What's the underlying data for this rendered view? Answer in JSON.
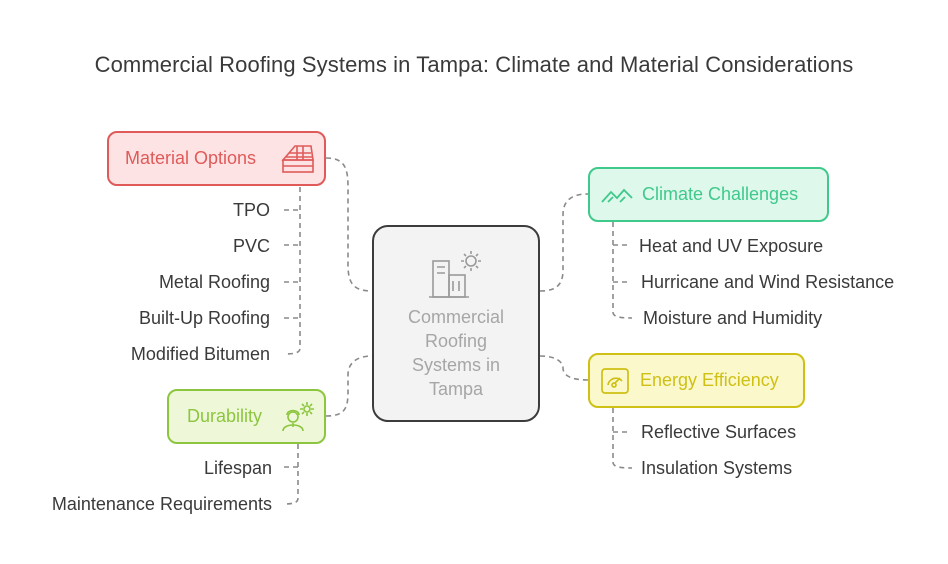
{
  "title": "Commercial Roofing Systems in Tampa: Climate and Material Considerations",
  "center": {
    "lines": [
      "Commercial",
      "Roofing",
      "Systems in",
      "Tampa"
    ],
    "icon": "building-sun-icon"
  },
  "colors": {
    "material": "#e05a5a",
    "material_bg": "#fde3e3",
    "climate": "#3fc98b",
    "climate_bg": "#dff8ec",
    "energy": "#cfc016",
    "energy_bg": "#fbf8cc",
    "durability": "#8cc63f",
    "durability_bg": "#eef8d8",
    "connector": "#8a8a8a"
  },
  "branches": {
    "material": {
      "label": "Material Options",
      "icon": "roof-tiles-icon",
      "items": [
        "TPO",
        "PVC",
        "Metal Roofing",
        "Built-Up Roofing",
        "Modified Bitumen"
      ]
    },
    "climate": {
      "label": "Climate Challenges",
      "icon": "wave-roof-icon",
      "items": [
        "Heat and UV Exposure",
        "Hurricane and Wind Resistance",
        "Moisture and Humidity"
      ]
    },
    "energy": {
      "label": "Energy Efficiency",
      "icon": "gauge-icon",
      "items": [
        "Reflective Surfaces",
        "Insulation Systems"
      ]
    },
    "durability": {
      "label": "Durability",
      "icon": "worker-gear-icon",
      "items": [
        "Lifespan",
        "Maintenance Requirements"
      ]
    }
  }
}
